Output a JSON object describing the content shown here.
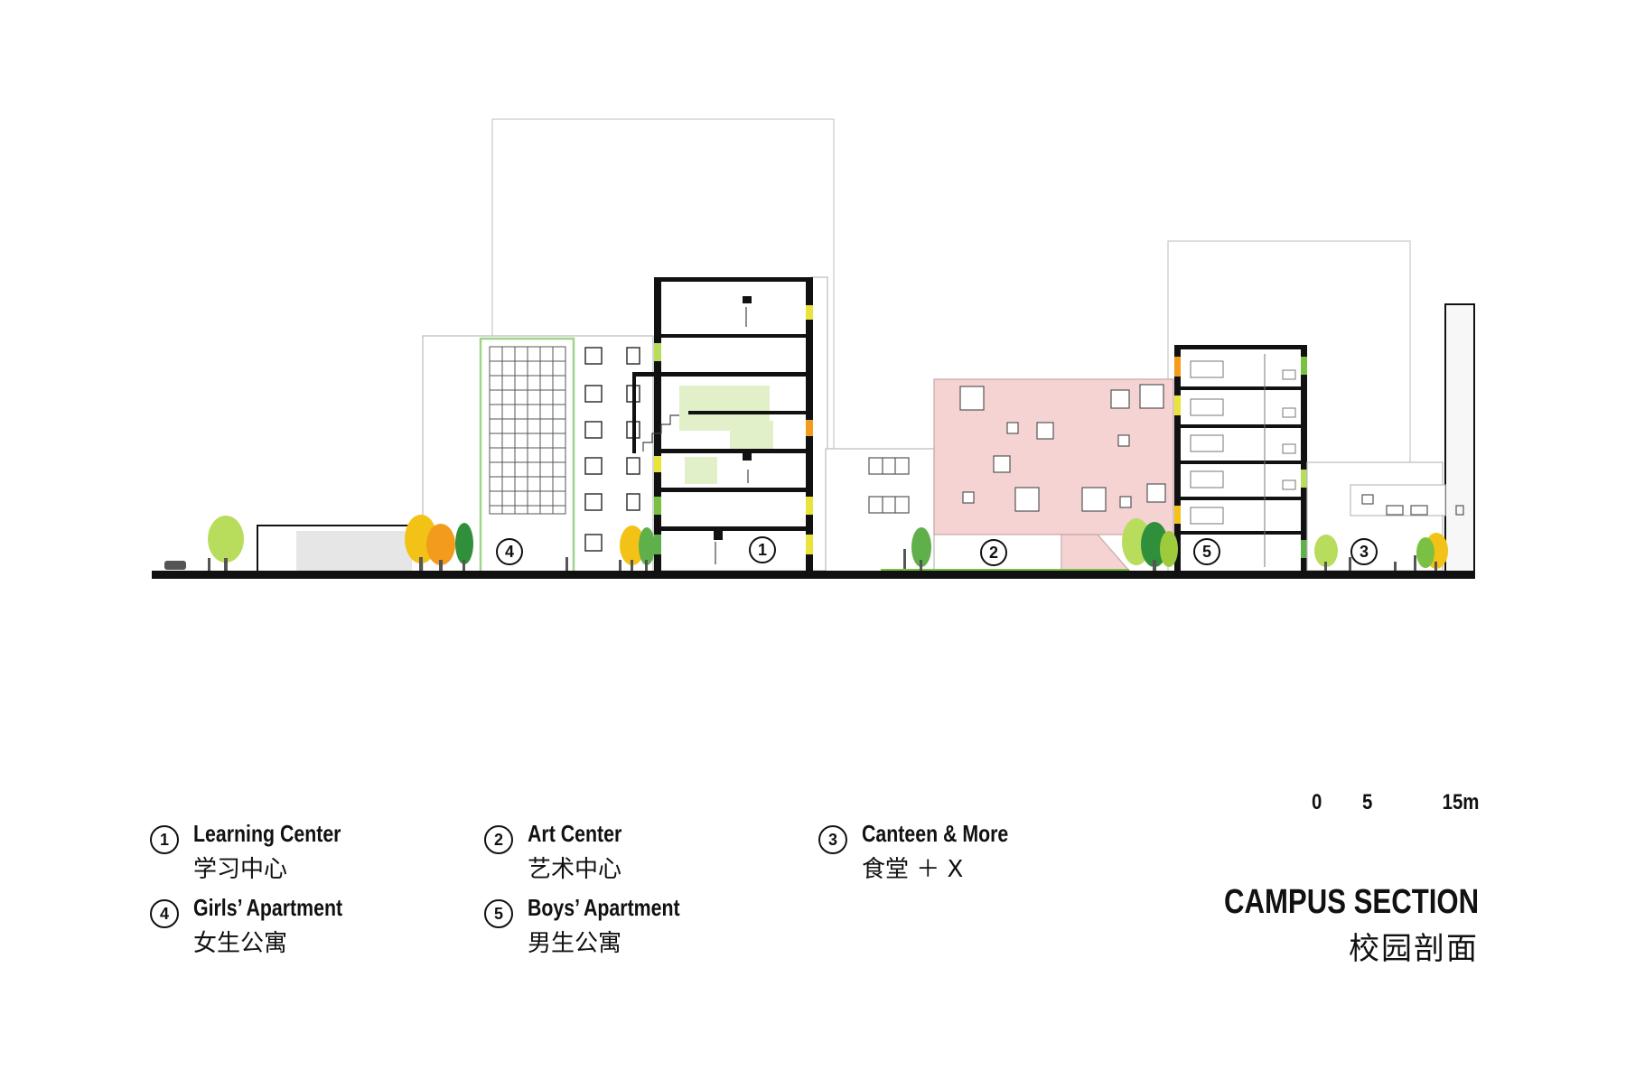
{
  "markers": {
    "learning_center": "1",
    "art_center": "2",
    "canteen": "3",
    "girls_apartment": "4",
    "boys_apartment": "5"
  },
  "legend": [
    {
      "number": "1",
      "en": "Learning Center",
      "zh": "学习中心"
    },
    {
      "number": "2",
      "en": "Art Center",
      "zh": "艺术中心"
    },
    {
      "number": "3",
      "en": "Canteen & More",
      "zh": "食堂 ＋ X"
    },
    {
      "number": "4",
      "en": "Girls’ Apartment",
      "zh": "女生公寓"
    },
    {
      "number": "5",
      "en": "Boys’ Apartment",
      "zh": "男生公寓"
    }
  ],
  "scale_bar": {
    "labels": [
      "0",
      "5",
      "15m"
    ]
  },
  "title": {
    "en": "CAMPUS SECTION",
    "zh": "校园剖面"
  },
  "colors": {
    "structure": "#111111",
    "outline": "#bbbbbb",
    "art_center_pink": "#f6d3d3",
    "light_green": "#e1f0c9",
    "tree_green": "#9ecb3c",
    "tree_dark_green": "#2f8f3a",
    "tree_yellow": "#f2c316",
    "tree_orange": "#f29b1c"
  }
}
